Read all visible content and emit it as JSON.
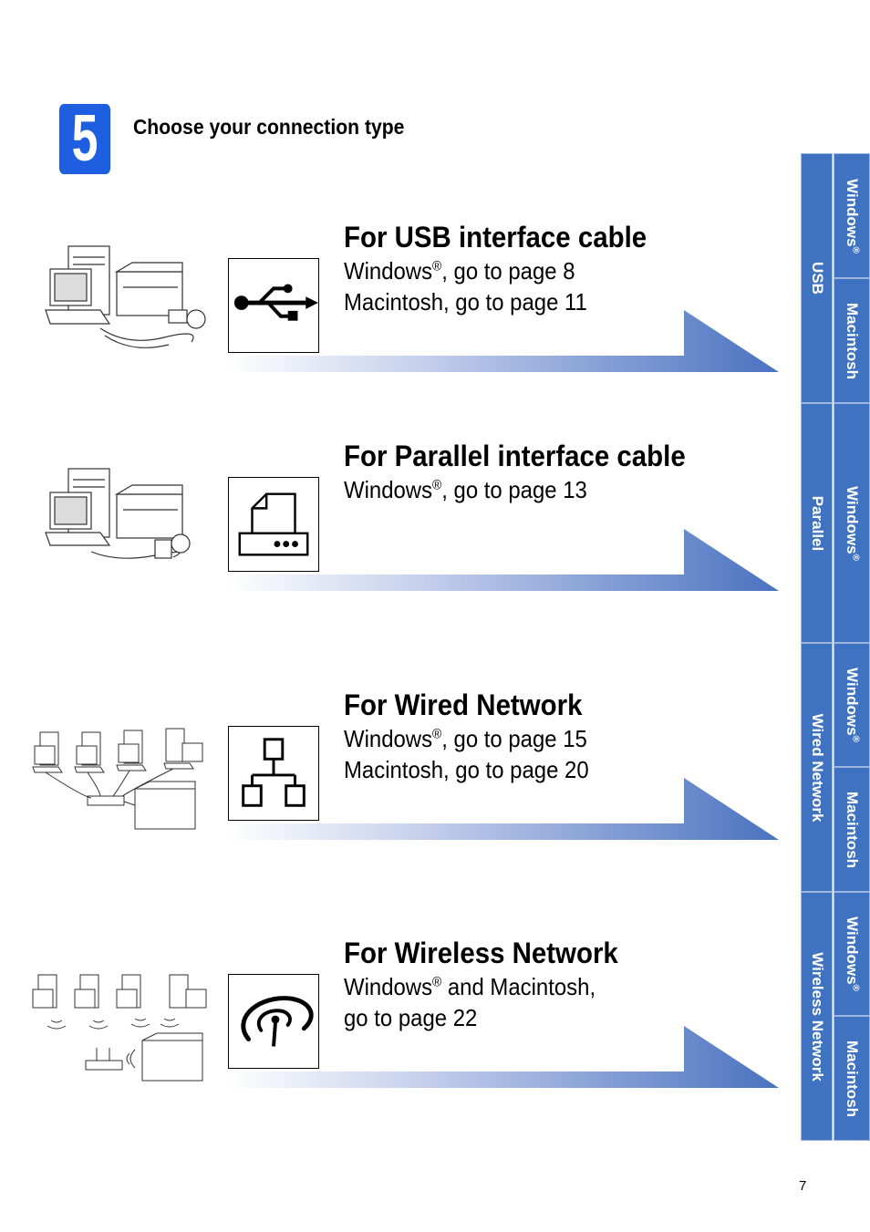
{
  "step": {
    "number": "5",
    "title": "Choose your connection type"
  },
  "sections": [
    {
      "title": "For USB interface cable",
      "line1_prefix": "Windows",
      "line1_reg": "®",
      "line1_suffix": ", go to page 8",
      "line2": "Macintosh, go to page 11",
      "icon": "usb-icon"
    },
    {
      "title": "For Parallel interface cable",
      "line1_prefix": "Windows",
      "line1_reg": "®",
      "line1_suffix": ", go to page 13",
      "line2": "",
      "icon": "parallel-port-icon"
    },
    {
      "title": "For Wired Network",
      "line1_prefix": "Windows",
      "line1_reg": "®",
      "line1_suffix": ", go to page 15",
      "line2": "Macintosh, go to page 20",
      "icon": "wired-network-icon"
    },
    {
      "title": "For Wireless Network",
      "line1_prefix": "Windows",
      "line1_reg": "®",
      "line1_suffix": " and Macintosh,",
      "line2": "go to page 22",
      "icon": "wireless-network-icon"
    }
  ],
  "tabs": {
    "usb": {
      "label": "USB",
      "windows": "Windows",
      "reg": "®",
      "mac": "Macintosh"
    },
    "parallel": {
      "label": "Parallel",
      "windows": "Windows",
      "reg": "®"
    },
    "wired": {
      "label": "Wired Network",
      "windows": "Windows",
      "reg": "®",
      "mac": "Macintosh"
    },
    "wireless": {
      "label": "Wireless Network",
      "windows": "Windows",
      "reg": "®",
      "mac": "Macintosh"
    }
  },
  "page_number": "7",
  "colors": {
    "badge_blue": "#1d5fe0",
    "tab_blue": "#4072c2",
    "arrow_dark": "#4a72c0",
    "arrow_light": "#e8ecf8"
  }
}
